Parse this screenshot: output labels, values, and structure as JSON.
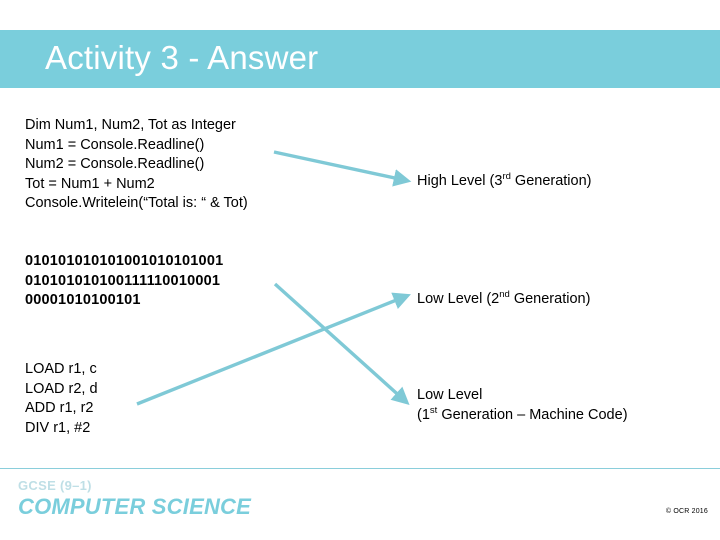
{
  "slide": {
    "title": "Activity 3 - Answer",
    "accent_color": "#7ACEDC",
    "arrow_color": "#7FC9D6",
    "background_color": "#FFFFFF"
  },
  "code_blocks": [
    {
      "id": "high-level-code",
      "text": "Dim Num1, Num2, Tot as Integer\nNum1 = Console.Readline()\nNum2 = Console.Readline()\nTot = Num1 + Num2\nConsole.Writelein(“Total is: “ & Tot)"
    },
    {
      "id": "binary-code",
      "text": "010101010101001010101001\n010101010100111110010001\n00001010100101"
    },
    {
      "id": "assembly-code",
      "text": "LOAD r1, c\nLOAD r2, d\nADD r1, r2\nDIV r1, #2"
    }
  ],
  "labels": {
    "high_level": {
      "prefix": "High Level (3",
      "sup": "rd",
      "suffix": " Generation)"
    },
    "low_level_2nd": {
      "prefix": "Low Level (2",
      "sup": "nd",
      "suffix": " Generation)"
    },
    "low_level_1st": {
      "line1": "Low Level",
      "prefix": "(1",
      "sup": "st",
      "suffix": " Generation – Machine Code)"
    }
  },
  "footer": {
    "logo_top": "GCSE (9–1)",
    "logo_main": "COMPUTER SCIENCE",
    "copyright": "© OCR 2016"
  }
}
